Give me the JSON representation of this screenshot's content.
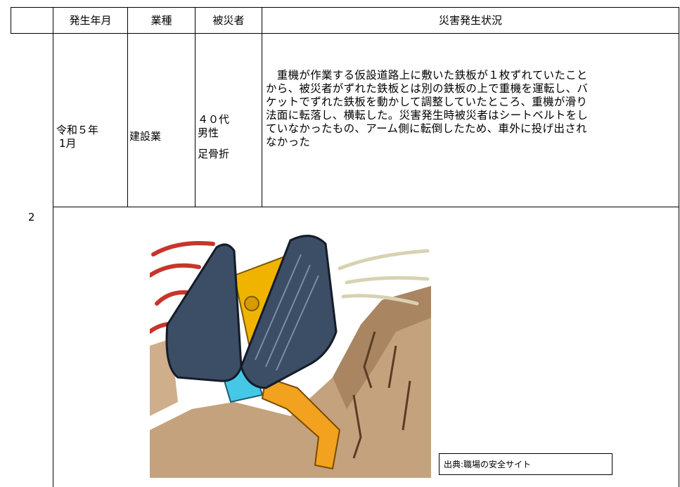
{
  "table": {
    "headers": {
      "date": "発生年月",
      "industry": "業種",
      "victim": "被災者",
      "situation": "災害発生状況"
    },
    "row": {
      "number": "2",
      "date_line1": "令和５年",
      "date_line2": "1月",
      "industry": "建設業",
      "victim_age": "４０代",
      "victim_sex": "男性",
      "victim_injury": "足骨折",
      "situation_lines": [
        "　重機が作業する仮設道路上に敷いた鉄板が１枚ずれていたこと",
        "から、被災者がずれた鉄板とは別の鉄板の上で重機を運転し、バ",
        "ケットでずれた鉄板を動かして調整していたところ、重機が滑り",
        "法面に転落し、横転した。災害発生時被災者はシートベルトをし",
        "ていなかったもの、アーム側に転倒したため、車外に投げ出され",
        "なかった"
      ]
    }
  },
  "illustration": {
    "name": "overturned-excavator-illustration",
    "source_caption": "出典:職場の安全サイト"
  }
}
